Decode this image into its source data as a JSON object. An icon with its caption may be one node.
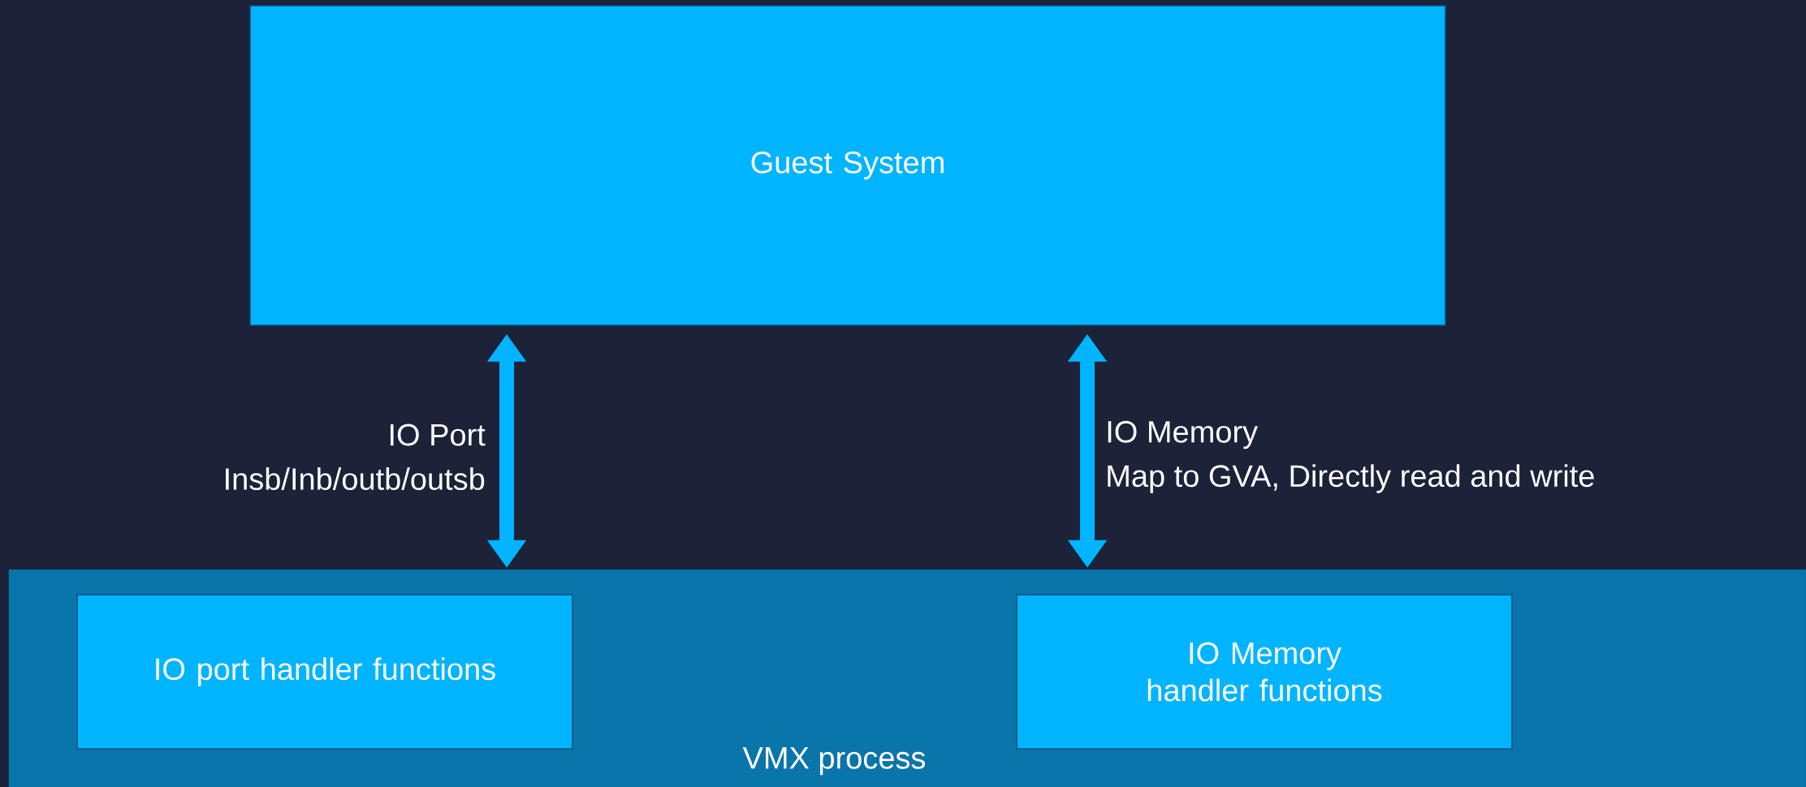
{
  "diagram": {
    "nodes": [
      {
        "text": [
          "Guest System"
        ]
      },
      {
        "text": [
          "VMX process"
        ]
      },
      {
        "text": [
          "IO port handler functions"
        ],
        "in": 1
      },
      {
        "text": [
          "IO Memory handler functions"
        ],
        "in": 1
      }
    ],
    "edges": [
      {
        "from": 0,
        "to": 1,
        "arrow": "both",
        "label": "IO Port"
      },
      {
        "from": 0,
        "to": 1,
        "arrow": "both",
        "label": "IO Memory"
      }
    ],
    "labels": [
      "Insb/Inb/outb/outsb",
      "Map to GVA, Directly read and write"
    ]
  }
}
